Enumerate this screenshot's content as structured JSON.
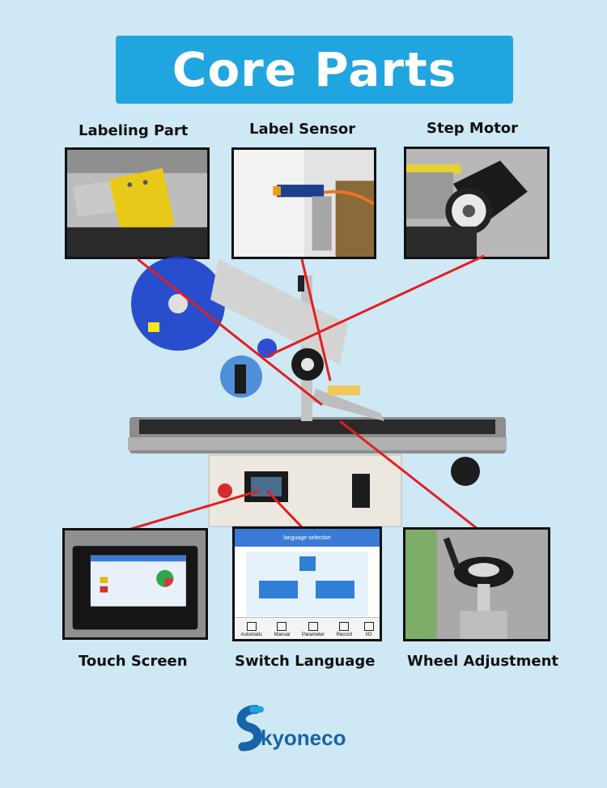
{
  "title": "Core Parts",
  "parts": {
    "labeling_part": "Labeling Part",
    "label_sensor": "Label Sensor",
    "step_motor": "Step Motor",
    "touch_screen": "Touch Screen",
    "switch_language": "Switch Language",
    "wheel_adjustment": "Wheel Adjustment"
  },
  "screen": {
    "header": "language selection",
    "tabs": [
      "Automatic",
      "Manual",
      "Parameter",
      "Record",
      "I/O"
    ]
  },
  "brand": {
    "logo_letter": "S",
    "rest": "kyoneco"
  },
  "colors": {
    "banner": "#20a5e0",
    "background": "#cfe8f6",
    "pointer_lines": "#e41e1e",
    "brand": "#1565a8"
  }
}
